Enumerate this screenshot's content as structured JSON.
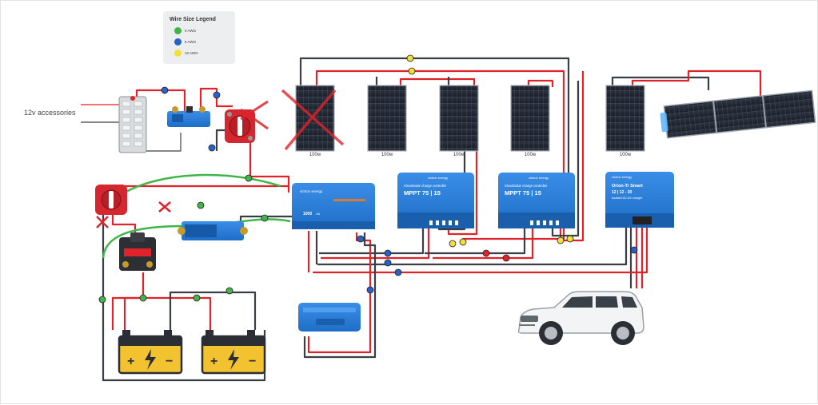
{
  "legend": {
    "title": "Wire Size Legend",
    "items": [
      {
        "label": "0 AWG",
        "color": "#3fb54a"
      },
      {
        "label": "6 AWG",
        "color": "#2563c9"
      },
      {
        "label": "10 AWG",
        "color": "#f2df3a"
      }
    ]
  },
  "accessories_label": "12v accessories",
  "panel_labels": [
    "100w",
    "100w",
    "100w",
    "100w",
    "100w"
  ],
  "controllers": [
    {
      "brand": "victron energy",
      "line1": "SmartSolar charge controller",
      "line2": "MPPT 75 | 15"
    },
    {
      "brand": "victron energy",
      "line1": "SmartSolar charge controller",
      "line2": "MPPT 75 | 15"
    }
  ],
  "dcdc": {
    "brand": "victron energy",
    "line1": "Orion-Tr Smart",
    "line2": "12 | 12 - 30",
    "line3": "Isolated DC-DC charger"
  },
  "inverter": {
    "brand": "victron energy",
    "line1": "1000",
    "line2": "VA"
  },
  "colors": {
    "red": "#e0232b",
    "dark": "#3b3f45",
    "green": "#3fb54a",
    "blue": "#2563c9",
    "yellow": "#f2df3a",
    "victron": "#2b7fd9"
  }
}
